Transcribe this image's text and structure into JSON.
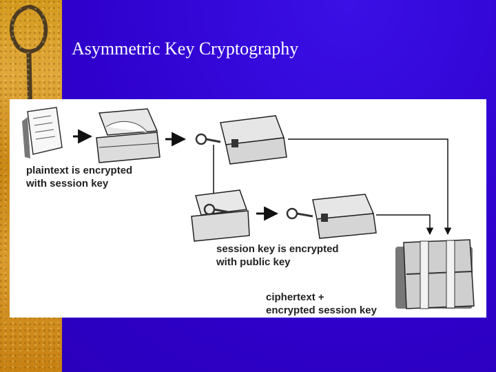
{
  "slide": {
    "title": "Asymmetric Key Cryptography",
    "colors": {
      "background": "#3300cc",
      "strip": "#d49a1e",
      "panel": "#ffffff"
    }
  },
  "diagram": {
    "labels": {
      "plaintext_line1": "plaintext is encrypted",
      "plaintext_line2": "with session key",
      "session_line1": "session key is encrypted",
      "session_line2": "with public key",
      "cipher_line1": "ciphertext +",
      "cipher_line2": "encrypted session key"
    },
    "icons": [
      "document-icon",
      "open-chest-icon",
      "key-icon",
      "locked-chest-icon",
      "bundled-chests-icon",
      "arrow-icon"
    ]
  }
}
